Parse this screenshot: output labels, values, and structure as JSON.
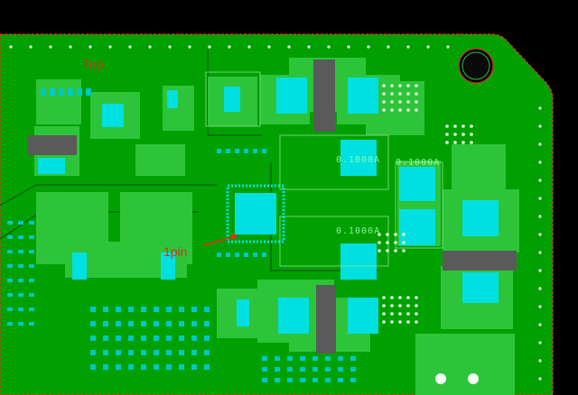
{
  "view": {
    "layer_label": "Top",
    "pin_marker_label": "1pin"
  },
  "net_labels": [
    "0.1000A",
    "0.1000A",
    "0.1000A"
  ],
  "colors": {
    "background": "#000000",
    "board": "#00a000",
    "copper_pour": "#2ec43a",
    "pad_bright": "#00e0e0",
    "silk_light": "#8ee08e",
    "gray_component": "#5a5a5a",
    "outline": "#ff2a2a",
    "via": "#e8ffe8",
    "text_red": "#c83a1e"
  },
  "icons": {
    "mounting_hole": "mounting-hole-icon",
    "arrow": "pin-arrow-icon"
  }
}
